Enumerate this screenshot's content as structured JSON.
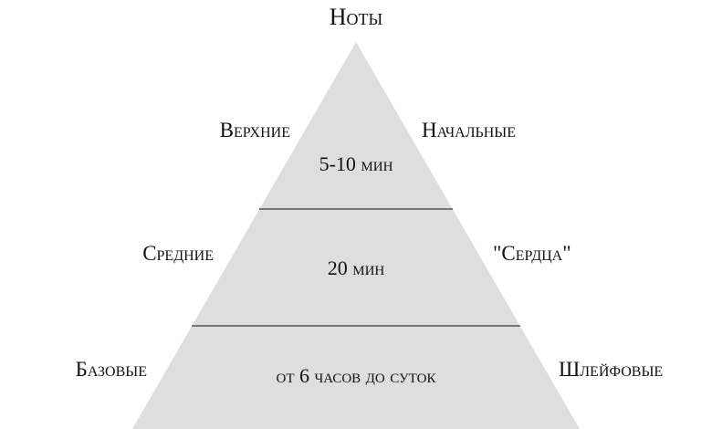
{
  "title": "Ноты",
  "colors": {
    "fill": "#dedede",
    "divider": "#555555",
    "text": "#111111"
  },
  "levels": [
    {
      "left": "Верхние",
      "right": "Начальные",
      "duration": "5-10 мин"
    },
    {
      "left": "Средние",
      "right": "\"Сердца\"",
      "duration": "20 мин"
    },
    {
      "left": "Базовые",
      "right": "Шлейфовые",
      "duration": "от 6 часов до суток"
    }
  ]
}
